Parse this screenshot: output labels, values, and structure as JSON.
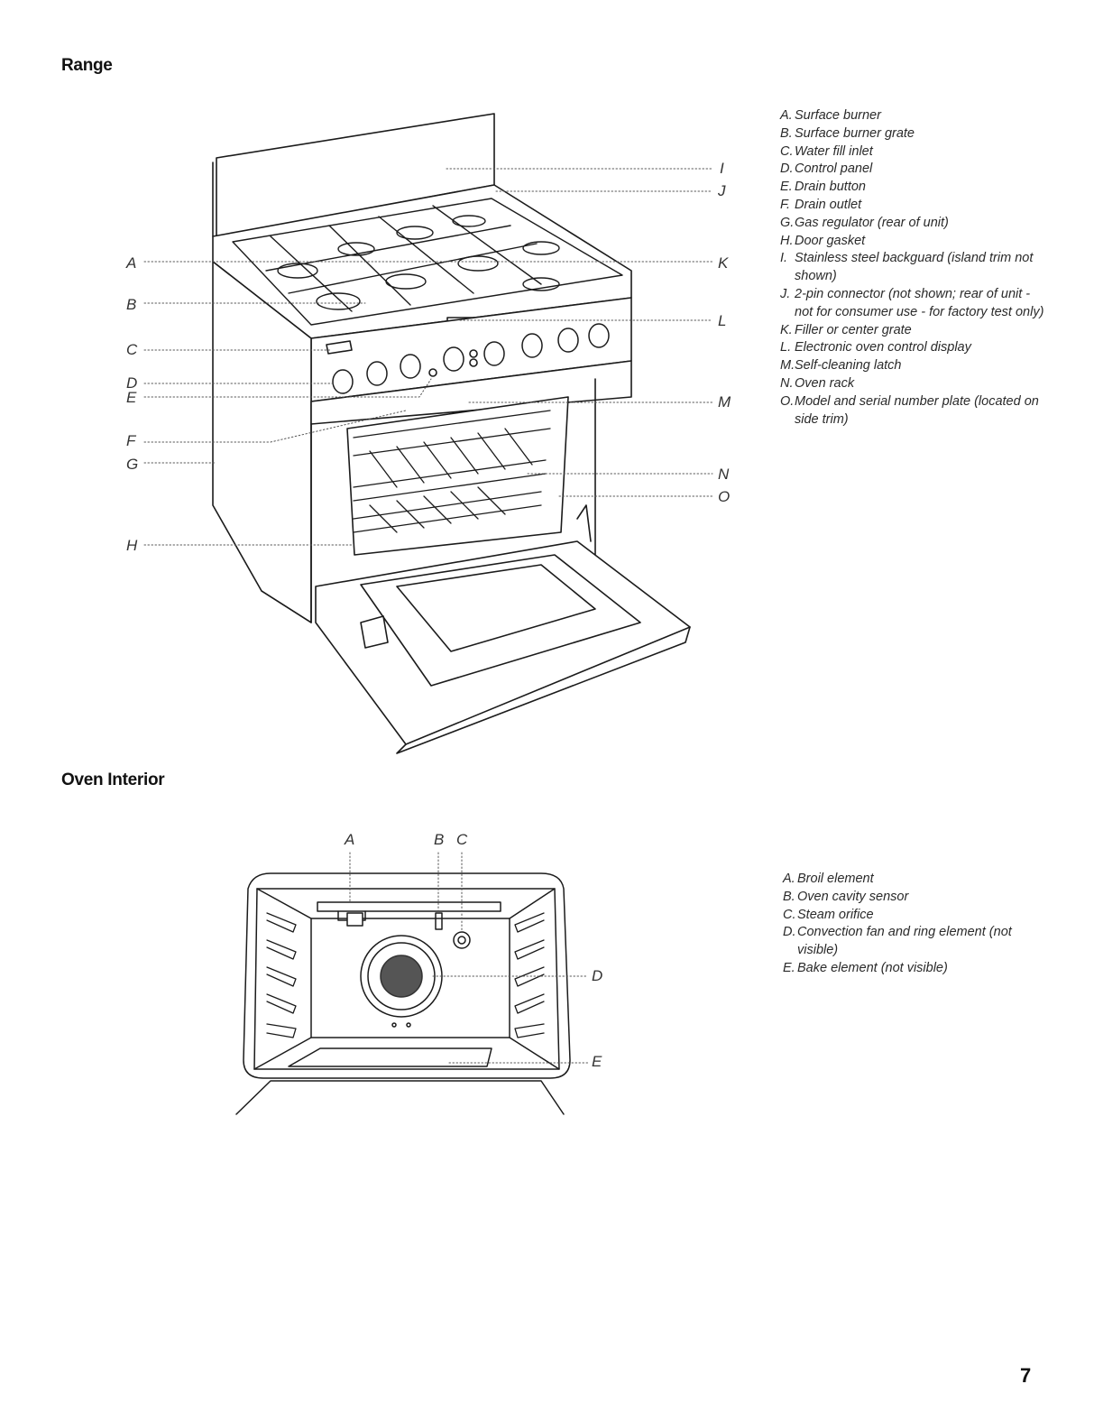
{
  "range": {
    "heading": "Range",
    "callouts": {
      "A": "A",
      "B": "B",
      "C": "C",
      "D": "D",
      "E": "E",
      "F": "F",
      "G": "G",
      "H": "H",
      "I": "I",
      "J": "J",
      "K": "K",
      "L": "L",
      "M": "M",
      "N": "N",
      "O": "O"
    },
    "legend": [
      {
        "key": "A.",
        "text": "Surface burner"
      },
      {
        "key": "B.",
        "text": "Surface burner grate"
      },
      {
        "key": "C.",
        "text": "Water fill inlet"
      },
      {
        "key": "D.",
        "text": "Control panel"
      },
      {
        "key": "E.",
        "text": "Drain button"
      },
      {
        "key": "F.",
        "text": "Drain outlet"
      },
      {
        "key": "G.",
        "text": "Gas regulator (rear of unit)"
      },
      {
        "key": "H.",
        "text": "Door gasket"
      },
      {
        "key": "I.",
        "text": "Stainless steel backguard (island trim not shown)"
      },
      {
        "key": "J.",
        "text": "2-pin connector (not shown; rear of unit - not for consumer use - for factory test only)"
      },
      {
        "key": "K.",
        "text": "Filler or center grate"
      },
      {
        "key": "L.",
        "text": "Electronic oven control display"
      },
      {
        "key": "M.",
        "text": "Self-cleaning latch"
      },
      {
        "key": "N.",
        "text": "Oven rack"
      },
      {
        "key": "O.",
        "text": "Model and serial number plate (located on side trim)"
      }
    ]
  },
  "oven": {
    "heading": "Oven Interior",
    "callouts": {
      "A": "A",
      "B": "B",
      "C": "C",
      "D": "D",
      "E": "E"
    },
    "legend": [
      {
        "key": "A.",
        "text": "Broil element"
      },
      {
        "key": "B.",
        "text": "Oven cavity sensor"
      },
      {
        "key": "C.",
        "text": "Steam orifice"
      },
      {
        "key": "D.",
        "text": "Convection fan and ring element (not visible)"
      },
      {
        "key": "E.",
        "text": "Bake element (not visible)"
      }
    ]
  },
  "page_number": "7"
}
